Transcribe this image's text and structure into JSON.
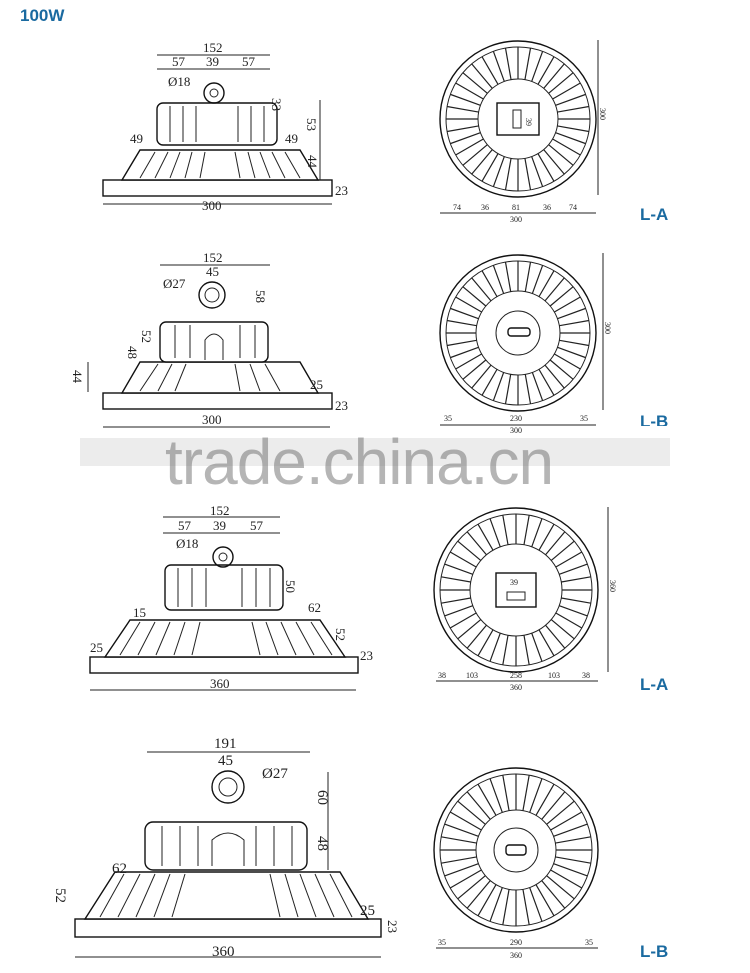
{
  "title": "100W",
  "accent_color": "#1a6aa0",
  "watermark": "trade.china.cn",
  "drawings": [
    {
      "variant": "L-A",
      "side": {
        "overall": "152",
        "seg_a": "57",
        "seg_b": "39",
        "seg_c": "57",
        "hole": "Ø18",
        "hook_h": "33",
        "body_h": "53",
        "left_step": "49",
        "right_step": "49",
        "fin_h": "44",
        "base_h": "23",
        "base_w": "300"
      },
      "top": {
        "height": "300",
        "center": "39",
        "dims": [
          "74",
          "36",
          "81",
          "36",
          "74"
        ],
        "total": "300"
      }
    },
    {
      "variant": "L-B",
      "side": {
        "overall": "152",
        "seg": "45",
        "hole": "Ø27",
        "hook_h": "58",
        "body_h": "52",
        "body_h2": "48",
        "fin_h": "44",
        "fin_step": "25",
        "base_h": "23",
        "base_w": "300"
      },
      "top": {
        "height": "300",
        "dims": [
          "35",
          "230",
          "35"
        ],
        "total": "300"
      }
    },
    {
      "variant": "L-A",
      "side": {
        "overall": "152",
        "seg_a": "57",
        "seg_b": "39",
        "seg_c": "57",
        "hole": "Ø18",
        "body_h": "50",
        "left_step": "15",
        "right_step": "62",
        "fin_h": "52",
        "left_edge": "25",
        "base_h": "23",
        "base_w": "360"
      },
      "top": {
        "height": "360",
        "center": "39",
        "dims": [
          "38",
          "103",
          "258",
          "103",
          "38"
        ],
        "total": "360"
      }
    },
    {
      "variant": "L-B",
      "side": {
        "overall": "191",
        "seg": "45",
        "hole": "Ø27",
        "hook_h": "60",
        "body_h": "48",
        "left_step": "62",
        "fin_h": "52",
        "fin_step": "25",
        "base_h": "23",
        "base_w": "360"
      },
      "top": {
        "dims": [
          "35",
          "290",
          "35"
        ],
        "total": "360"
      }
    }
  ]
}
